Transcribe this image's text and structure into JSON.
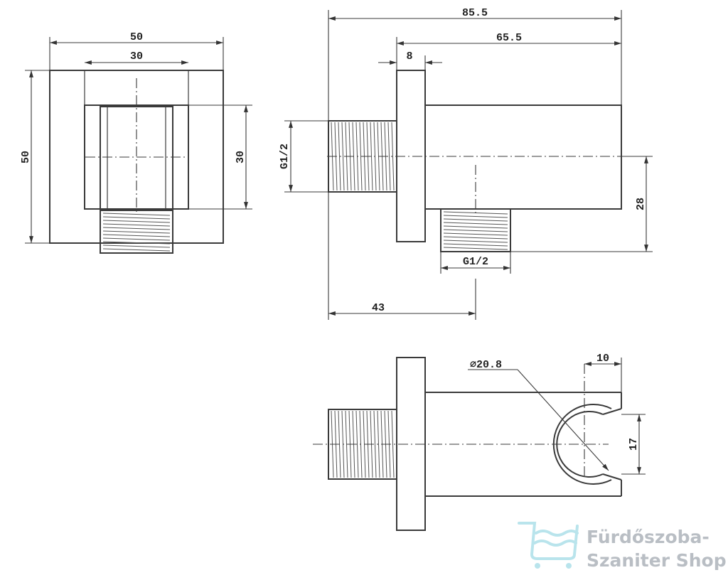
{
  "dimensions": {
    "front_width": "50",
    "front_inner_width": "30",
    "front_height": "50",
    "front_inner_height": "30",
    "side_total_length": "85.5",
    "side_body_length": "65.5",
    "flange_thickness": "8",
    "inlet_thread": "G1/2",
    "outlet_thread": "G1/2",
    "outlet_offset": "28",
    "outlet_position": "43",
    "holder_diameter": "∅20.8",
    "holder_offset": "10",
    "holder_opening": "17"
  },
  "watermark": {
    "line1": "Fürdőszoba-",
    "line2": "Szaniter Shop",
    "color": "#b9bec4",
    "icon": "bathtub-icon"
  }
}
